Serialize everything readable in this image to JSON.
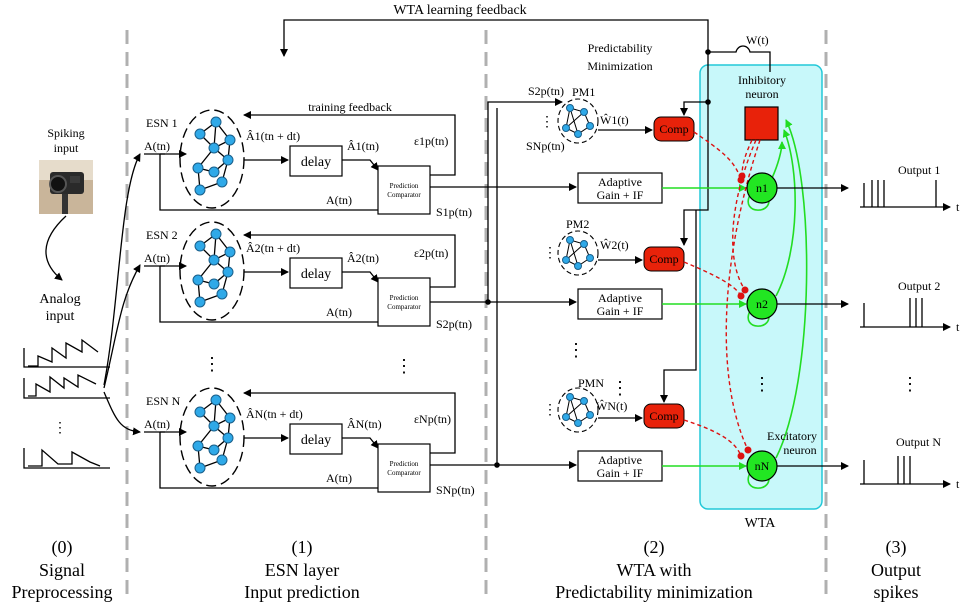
{
  "top_feedback": "WTA learning feedback",
  "input": {
    "spiking": [
      "Spiking",
      "input"
    ],
    "analog": [
      "Analog",
      "input"
    ]
  },
  "esn": {
    "names": [
      "ESN 1",
      "ESN 2",
      "ESN N"
    ],
    "training_feedback": "training feedback",
    "input_sig": "A(tn)",
    "pred_next": [
      "Â1(tn + dt)",
      "Â2(tn + dt)",
      "ÂN(tn + dt)"
    ],
    "pred_now": [
      "Â1(tn)",
      "Â2(tn)",
      "ÂN(tn)"
    ],
    "error": [
      "ε1p(tn)",
      "ε2p(tn)",
      "εNp(tn)"
    ],
    "delay": "delay",
    "comparator": [
      "Prediction",
      "Comparator"
    ],
    "out": [
      "S1p(tn)",
      "S2p(tn)",
      "SNp(tn)"
    ]
  },
  "pm": {
    "header": [
      "Predictability",
      "Minimization"
    ],
    "names": [
      "PM1",
      "PM2",
      "PMN"
    ],
    "weights": [
      "Ŵ1(t)",
      "Ŵ2(t)",
      "ŴN(t)"
    ],
    "in_top": "S2p(tn)",
    "in_bot": "SNp(tn)",
    "comp": "Comp",
    "gain": [
      "Adaptive",
      "Gain + IF"
    ]
  },
  "wta": {
    "W": "W(t)",
    "inhibitory": [
      "Inhibitory",
      "neuron"
    ],
    "excitatory": [
      "Excitatory",
      "neuron"
    ],
    "neurons": [
      "n1",
      "n2",
      "nN"
    ],
    "label": "WTA"
  },
  "outputs": [
    "Output 1",
    "Output 2",
    "Output N"
  ],
  "time_label": "t",
  "stages": [
    [
      "(0)",
      "Signal",
      "Preprocessing"
    ],
    [
      "(1)",
      "ESN layer",
      "Input prediction"
    ],
    [
      "(2)",
      "WTA with",
      "Predictability minimization"
    ],
    [
      "(3)",
      "Output",
      "spikes"
    ]
  ],
  "colors": {
    "node": "#2fa9e8",
    "comp": "#e8220a",
    "neuron": "#22e622",
    "wta_bg": "#c8f8fa",
    "wta_border": "#22c8d8",
    "excite_line": "#22dd22",
    "inhibit_line": "#dd1111"
  }
}
